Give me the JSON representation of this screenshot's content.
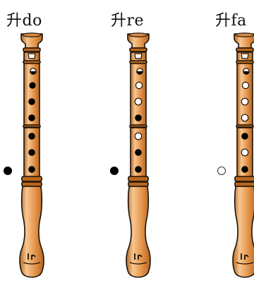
{
  "fingerings": [
    {
      "label": "升do",
      "thumb": "closed",
      "holes": [
        "half",
        "closed",
        "closed",
        "closed",
        "closed",
        "closed",
        "closed"
      ]
    },
    {
      "label": "升re",
      "thumb": "closed",
      "holes": [
        "half",
        "open",
        "open",
        "closed",
        "open",
        "closed",
        "closed"
      ]
    },
    {
      "label": "升fa",
      "thumb": "open",
      "holes": [
        "half",
        "open",
        "open",
        "open",
        "closed",
        "open",
        "closed"
      ]
    }
  ],
  "colors": {
    "wood_light": "#f6c792",
    "wood_mid": "#e89a52",
    "wood_dark": "#b8661f",
    "outline": "#1a1208",
    "hole_closed": "#000000",
    "hole_open": "#ffffff"
  }
}
